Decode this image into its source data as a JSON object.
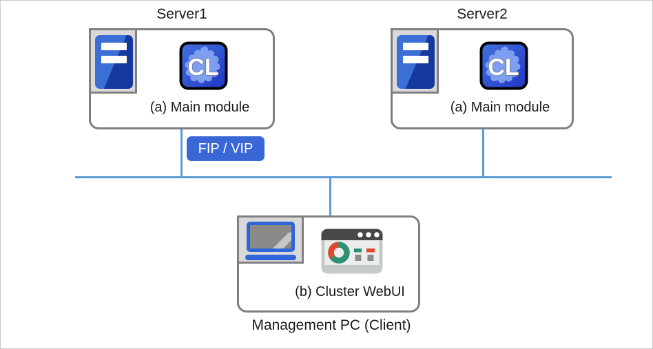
{
  "diagram": {
    "servers": [
      {
        "title": "Server1",
        "module_label": "(a) Main module"
      },
      {
        "title": "Server2",
        "module_label": "(a) Main module"
      }
    ],
    "management_pc": {
      "module_label": "(b) Cluster WebUI",
      "caption": "Management PC (Client)"
    },
    "fip_vip_badge": "FIP / VIP",
    "cluster_icon_text": "CL"
  },
  "icons": {
    "server": "server-tower-icon",
    "cluster_module": "expresscluster-cl-icon",
    "management_pc": "laptop-icon",
    "web_ui": "browser-dashboard-icon"
  },
  "colors": {
    "network_line": "#5b9bd5",
    "fip_vip_badge": "#3a67d6",
    "box_border": "#7f7f7f",
    "icon_tile_background": "#d9d9d9",
    "server_icon_blue_light": "#3b6fd6",
    "server_icon_blue_dark": "#16399e",
    "laptop_blue": "#2e66d9",
    "cl_icon_blue_light": "#4372de",
    "cl_icon_blue_dark": "#2036c4",
    "cl_icon_blob": "#7e9ff0",
    "webui_titlebar": "#474747",
    "webui_donut_teal": "#2e8f72",
    "webui_donut_red": "#e0492e"
  }
}
